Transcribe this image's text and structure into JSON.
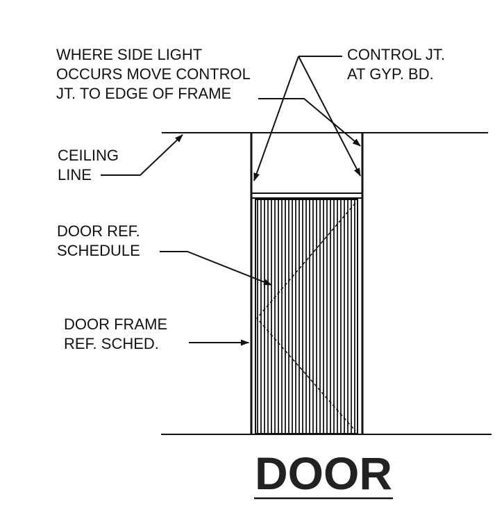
{
  "labels": {
    "side_light_note": [
      "WHERE SIDE LIGHT",
      "OCCURS MOVE CONTROL",
      "JT. TO EDGE OF FRAME"
    ],
    "control_joint_note": [
      "CONTROL JT.",
      "AT GYP. BD."
    ],
    "ceiling_line": [
      "CEILING",
      "LINE"
    ],
    "door_ref_schedule": [
      "DOOR REF.",
      "SCHEDULE"
    ],
    "door_frame_ref": [
      "DOOR FRAME",
      "REF. SCHED."
    ]
  },
  "title": "DOOR",
  "colors": {
    "ink": "#111111",
    "background": "#ffffff"
  }
}
